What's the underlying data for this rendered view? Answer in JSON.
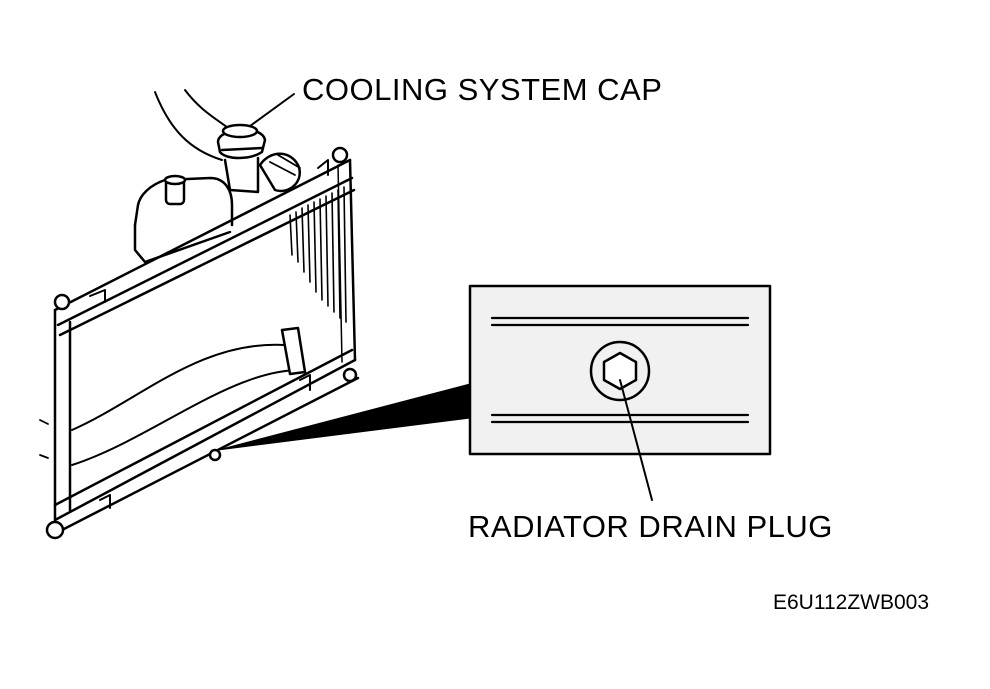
{
  "labels": {
    "cooling_system_cap": "COOLING SYSTEM CAP",
    "radiator_drain_plug": "RADIATOR DRAIN PLUG",
    "figure_code": "E6U112ZWB003"
  },
  "colors": {
    "ink": "#000000",
    "background": "#ffffff",
    "inset_fill": "#f1f1f1"
  }
}
